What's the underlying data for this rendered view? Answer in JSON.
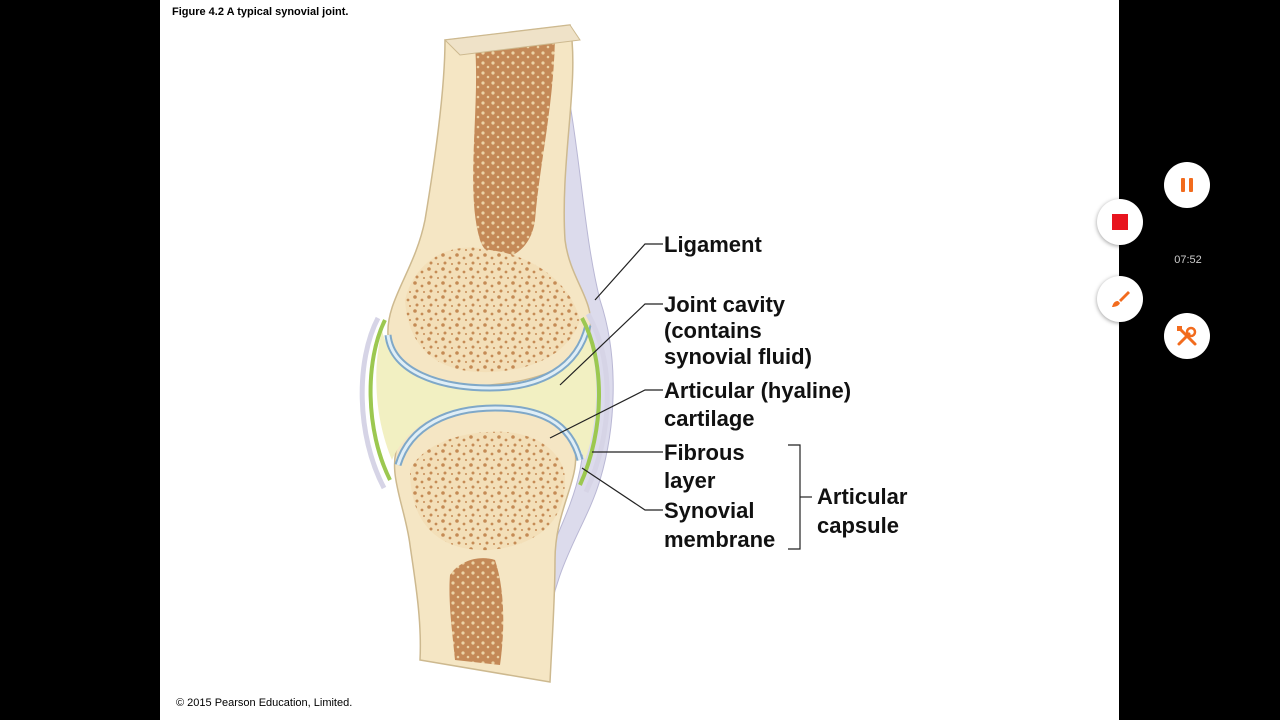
{
  "figure": {
    "title": "Figure 4.2 A typical synovial joint.",
    "copyright": "© 2015 Pearson Education, Limited."
  },
  "labels": {
    "ligament": "Ligament",
    "joint_cavity_1": "Joint cavity",
    "joint_cavity_2": "(contains",
    "joint_cavity_3": "synovial fluid)",
    "cartilage_1": "Articular (hyaline)",
    "cartilage_2": "cartilage",
    "fibrous_1": "Fibrous",
    "fibrous_2": "layer",
    "synovial_1": "Synovial",
    "synovial_2": "membrane",
    "capsule_1": "Articular",
    "capsule_2": "capsule"
  },
  "recorder": {
    "elapsed": "07:52",
    "controls": [
      {
        "name": "pause-icon",
        "color": "#f26b1d"
      },
      {
        "name": "stop-icon",
        "color": "#e8141e"
      },
      {
        "name": "brush-icon",
        "color": "#f26b1d"
      },
      {
        "name": "tools-icon",
        "color": "#f26b1d"
      }
    ]
  },
  "colors": {
    "bone": "#f5e6c4",
    "spongy": "#c9915a",
    "marrow": "#b5764a",
    "cartilage": "#7fa8c8",
    "synovial_membrane": "#9cc850",
    "ligament": "#d8d6e8",
    "fluid": "#f2f0c2"
  }
}
